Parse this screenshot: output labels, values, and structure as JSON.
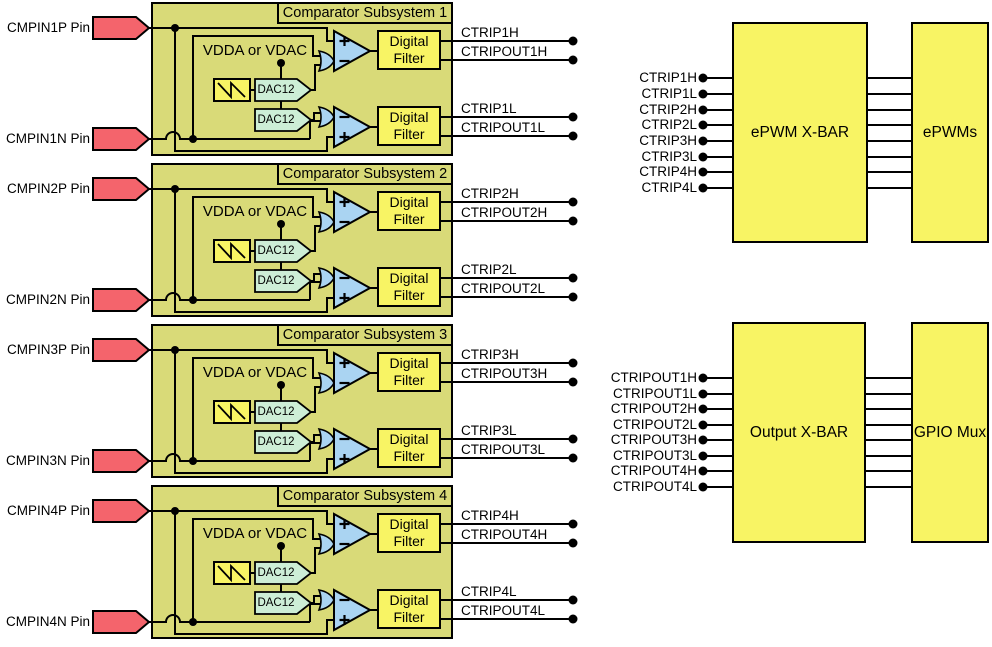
{
  "subsystems": [
    {
      "title": "Comparator Subsystem 1",
      "pin_p": "CMPIN1P Pin",
      "pin_n": "CMPIN1N Pin",
      "ref_label": "VDDA or VDAC",
      "dac_high": "DAC12",
      "dac_low": "DAC12",
      "filter_high": "Digital Filter",
      "filter_low": "Digital Filter",
      "trip_high": "CTRIP1H",
      "tripout_high": "CTRIPOUT1H",
      "trip_low": "CTRIP1L",
      "tripout_low": "CTRIPOUT1L"
    },
    {
      "title": "Comparator Subsystem 2",
      "pin_p": "CMPIN2P Pin",
      "pin_n": "CMPIN2N Pin",
      "ref_label": "VDDA or VDAC",
      "dac_high": "DAC12",
      "dac_low": "DAC12",
      "filter_high": "Digital Filter",
      "filter_low": "Digital Filter",
      "trip_high": "CTRIP2H",
      "tripout_high": "CTRIPOUT2H",
      "trip_low": "CTRIP2L",
      "tripout_low": "CTRIPOUT2L"
    },
    {
      "title": "Comparator Subsystem 3",
      "pin_p": "CMPIN3P Pin",
      "pin_n": "CMPIN3N Pin",
      "ref_label": "VDDA or VDAC",
      "dac_high": "DAC12",
      "dac_low": "DAC12",
      "filter_high": "Digital Filter",
      "filter_low": "Digital Filter",
      "trip_high": "CTRIP3H",
      "tripout_high": "CTRIPOUT3H",
      "trip_low": "CTRIP3L",
      "tripout_low": "CTRIPOUT3L"
    },
    {
      "title": "Comparator Subsystem 4",
      "pin_p": "CMPIN4P Pin",
      "pin_n": "CMPIN4N Pin",
      "ref_label": "VDDA or VDAC",
      "dac_high": "DAC12",
      "dac_low": "DAC12",
      "filter_high": "Digital Filter",
      "filter_low": "Digital Filter",
      "trip_high": "CTRIP4H",
      "tripout_high": "CTRIPOUT4H",
      "trip_low": "CTRIP4L",
      "tripout_low": "CTRIPOUT4L"
    }
  ],
  "epwm_section": {
    "xbar_label": "ePWM X-BAR",
    "dest_label": "ePWMs",
    "inputs": [
      "CTRIP1H",
      "CTRIP1L",
      "CTRIP2H",
      "CTRIP2L",
      "CTRIP3H",
      "CTRIP3L",
      "CTRIP4H",
      "CTRIP4L"
    ]
  },
  "output_section": {
    "xbar_label": "Output X-BAR",
    "dest_label": "GPIO Mux",
    "inputs": [
      "CTRIPOUT1H",
      "CTRIPOUT1L",
      "CTRIPOUT2H",
      "CTRIPOUT2L",
      "CTRIPOUT3H",
      "CTRIPOUT3L",
      "CTRIPOUT4H",
      "CTRIPOUT4L"
    ]
  },
  "symbols": {
    "comparator_plus": "+",
    "comparator_minus": "−",
    "ramp_icon": "sawtooth-wave",
    "mux_icon": "input-select-mux",
    "junction_icon": "junction-dot",
    "endpoint_icon": "signal-endpoint-dot"
  },
  "colors": {
    "subsystem_fill": "#d9da78",
    "block_fill": "#f8f464",
    "dac_fill": "#cdeed6",
    "comparator_fill": "#aad4f2",
    "pin_fill": "#f4646c",
    "wire": "#000000",
    "background": "#ffffff"
  }
}
